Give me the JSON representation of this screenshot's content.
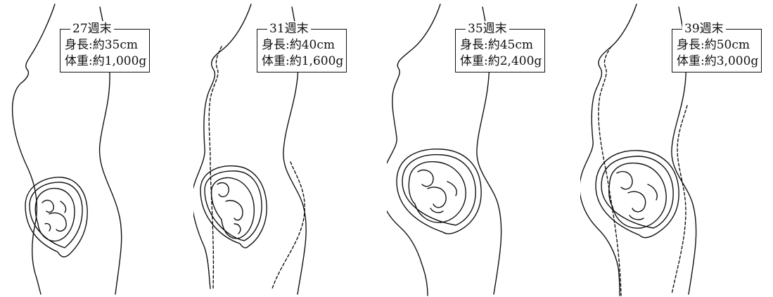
{
  "stages": [
    {
      "week": "27週末",
      "height": "身長:約35cm",
      "weight": "体重:約1,000g"
    },
    {
      "week": "31週末",
      "height": "身長:約40cm",
      "weight": "体重:約1,600g"
    },
    {
      "week": "35週末",
      "height": "身長:約45cm",
      "weight": "体重:約2,400g"
    },
    {
      "week": "39週末",
      "height": "身長:約50cm",
      "weight": "体重:約3,000g"
    }
  ],
  "colors": {
    "line": "#111111",
    "background": "#ffffff"
  }
}
